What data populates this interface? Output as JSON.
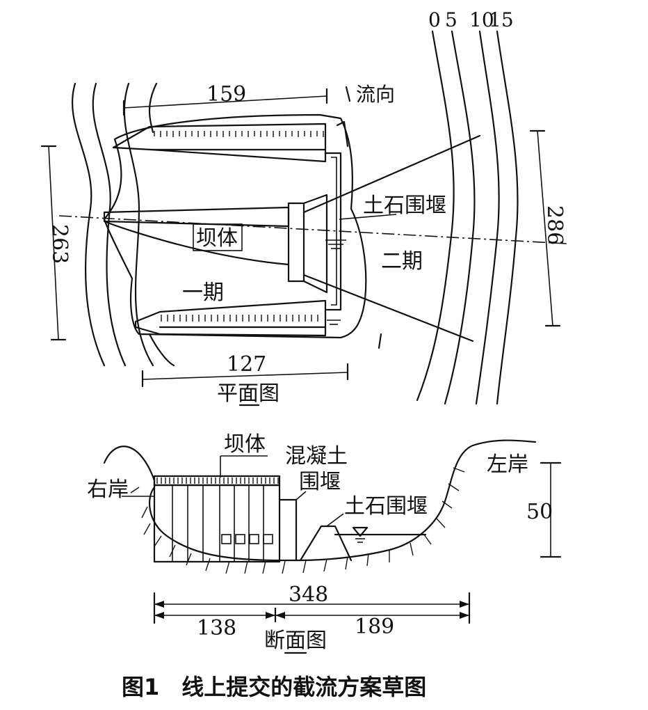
{
  "plan": {
    "contour_labels": [
      "0",
      "5",
      "10",
      "15"
    ],
    "dim_top": "159",
    "dim_bottom": "127",
    "dim_left": "263",
    "dim_right": "286",
    "flow_label": "流向",
    "cofferdam_label": "土石围堰",
    "dam_label": "坝体",
    "phase1_label": "一期",
    "phase2_label": "二期",
    "title": "平面图"
  },
  "section": {
    "dam_label": "坝体",
    "concrete_label_line1": "混凝土",
    "concrete_label_line2": "围堰",
    "earth_label": "土石围堰",
    "right_bank": "右岸",
    "left_bank": "左岸",
    "dim_height": "50",
    "dim_total": "348",
    "dim_left_part": "138",
    "dim_right_part": "189",
    "title": "断面图"
  },
  "caption": "图1　线上提交的截流方案草图"
}
